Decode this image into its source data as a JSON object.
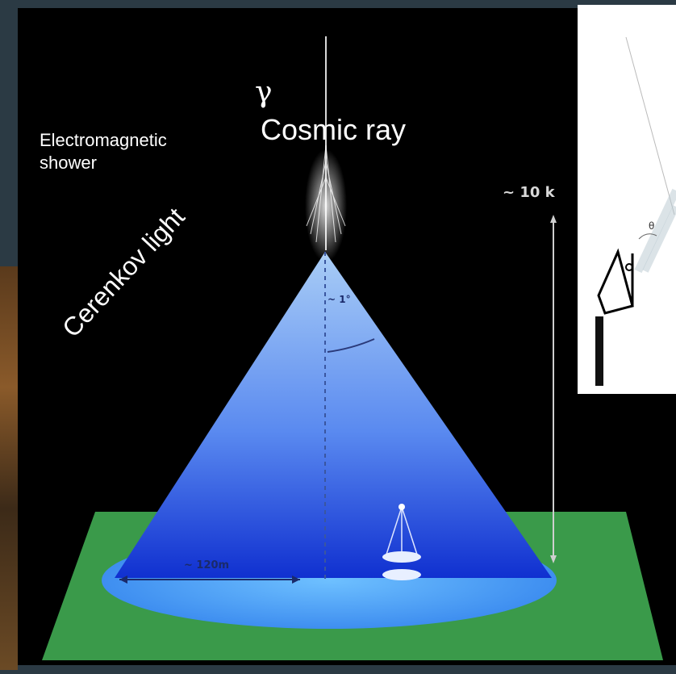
{
  "labels": {
    "gamma_symbol": "γ",
    "cosmic_ray": "Cosmic ray",
    "em_shower": [
      "Electromagnetic",
      "shower"
    ],
    "cerenkov_light": "Cerenkov light",
    "angle": "~ 1°",
    "height": "~ 10 k",
    "radius": "~ 120m",
    "theta": "θ"
  },
  "colors": {
    "background": "#000000",
    "frame": "#2b3a44",
    "cone_top": "#a9cdf6",
    "cone_bottom": "#1030d0",
    "pool": "#4aa8ff",
    "ground": "#3a9a4a",
    "inset_background": "#ffffff"
  },
  "icons": {
    "telescope": "telescope-icon",
    "detector": "detector-dish-icon"
  }
}
